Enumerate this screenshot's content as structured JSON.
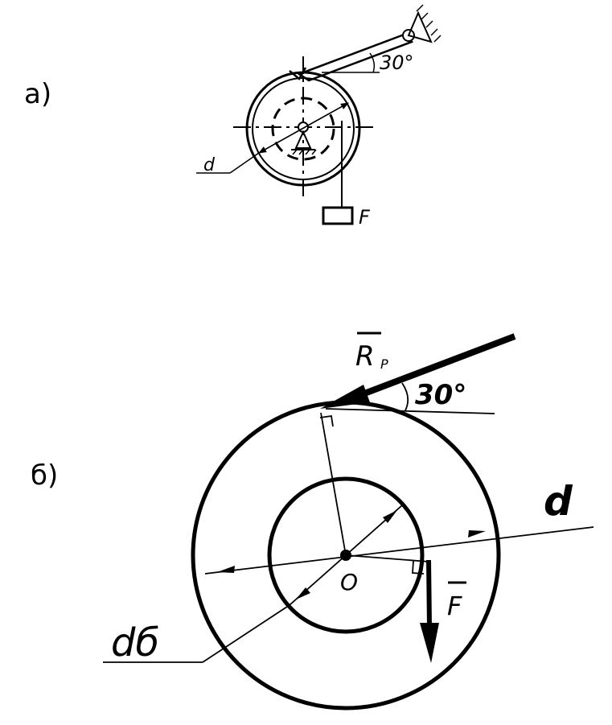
{
  "figure_a": {
    "panel_label": "а)",
    "angle_label": "30°",
    "diameter_label": "d",
    "load_label": "F"
  },
  "figure_b": {
    "panel_label": "б)",
    "force_r_label": "R",
    "force_r_subscript": "P",
    "angle_label": "30°",
    "outer_diameter_label": "d",
    "inner_diameter_label": "dб",
    "center_label": "O",
    "force_f_label": "F"
  },
  "colors": {
    "ink": "#000000",
    "paper": "#ffffff"
  }
}
